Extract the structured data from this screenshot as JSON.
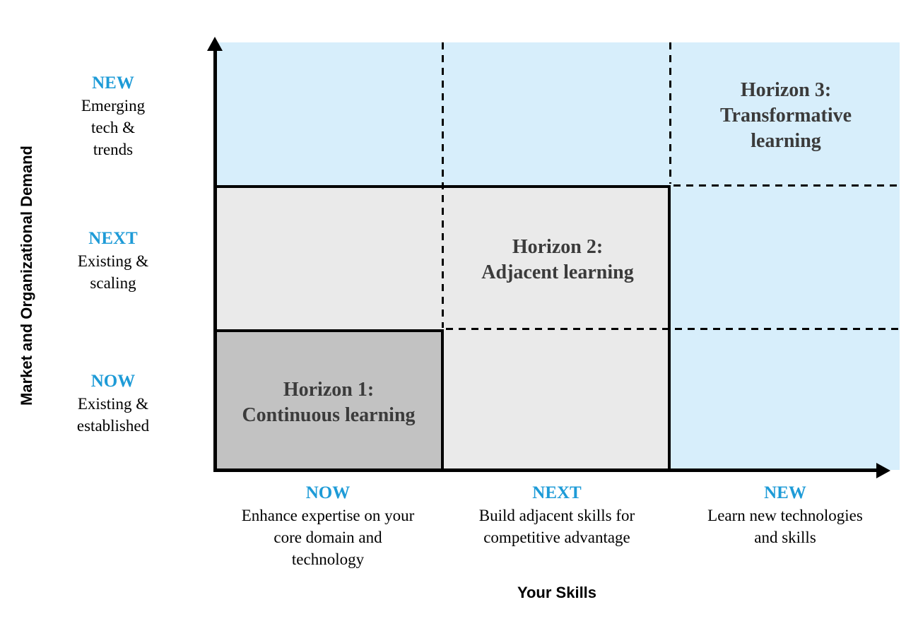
{
  "colors": {
    "accent_blue": "#1e9bd7",
    "blue_background": "#d7eefb",
    "gray_light": "#eaeaea",
    "gray_medium": "#c2c2c2",
    "line_black": "#000000",
    "horizon_text": "#3b3b3b"
  },
  "y_axis": {
    "title": "Market and Organizational Demand",
    "rows": [
      {
        "label": "NEW",
        "description": "Emerging\ntech &\ntrends"
      },
      {
        "label": "NEXT",
        "description": "Existing &\nscaling"
      },
      {
        "label": "NOW",
        "description": "Existing &\nestablished"
      }
    ]
  },
  "x_axis": {
    "title": "Your Skills",
    "columns": [
      {
        "label": "NOW",
        "description": "Enhance expertise on your\ncore domain and\ntechnology"
      },
      {
        "label": "NEXT",
        "description": "Build adjacent skills for\ncompetitive advantage"
      },
      {
        "label": "NEW",
        "description": "Learn new technologies\nand skills"
      }
    ]
  },
  "horizons": [
    {
      "title": "Horizon 1:\nContinuous learning"
    },
    {
      "title": "Horizon 2:\nAdjacent learning"
    },
    {
      "title": "Horizon 3:\nTransformative\nlearning"
    }
  ]
}
